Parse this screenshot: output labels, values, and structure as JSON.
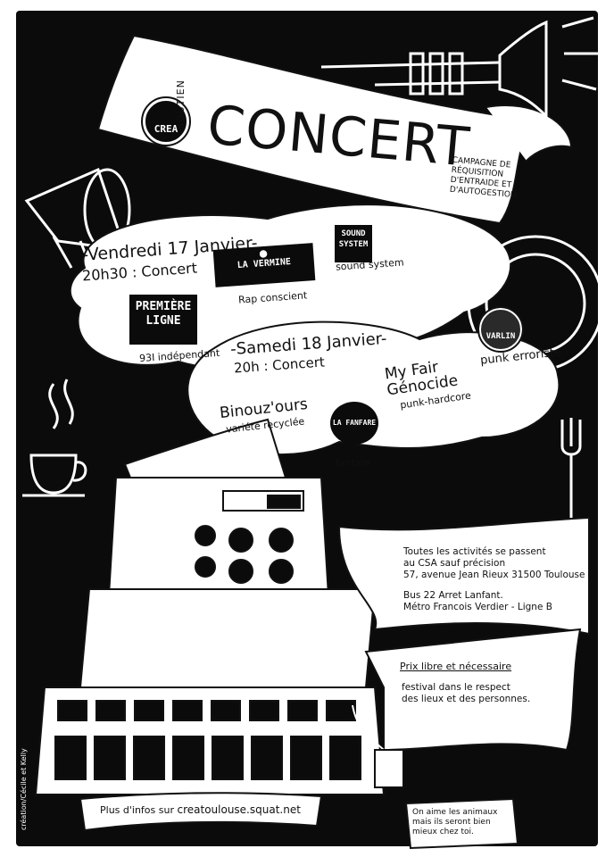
{
  "header": {
    "crea_logo": "CREA",
    "soutien": "SOUTIEN",
    "title": "CONCERT",
    "campaign": [
      "CAMPAGNE DE",
      "RÉQUISITION",
      "D'ENTRAIDE ET",
      "D'AUTOGESTION"
    ]
  },
  "day1": {
    "heading": "-Vendredi 17 Janvier-",
    "time": "20h30 : Concert",
    "acts": [
      {
        "logo": "LA VERMINE",
        "genre": "Rap conscient"
      },
      {
        "logo": "SOUND SYSTEM",
        "genre": "sound system"
      },
      {
        "logo": "PREMIÈRE LIGNE",
        "genre": "93I indépendant"
      }
    ]
  },
  "day2": {
    "heading": "-Samedi 18 Janvier-",
    "time": "20h : Concert",
    "acts": [
      {
        "name": "Binouz'ours",
        "genre": "variété recyclée"
      },
      {
        "logo": "LA FANFARE",
        "genre": "fanfare"
      },
      {
        "name_lines": [
          "My Fair",
          "Génocide"
        ],
        "genre": "punk-hardcore"
      },
      {
        "logo": "VARLIN",
        "genre": "punk erroriste"
      }
    ]
  },
  "info": {
    "lines": [
      "Toutes les activités se passent",
      "au CSA sauf précision",
      "57, avenue Jean Rieux 31500 Toulouse",
      "Bus 22 Arret Lanfant.",
      "Métro Francois Verdier - Ligne B"
    ]
  },
  "price": {
    "title": "Prix libre et nécessaire",
    "lines": [
      "festival dans le respect",
      "des lieux et des personnes."
    ]
  },
  "footer": {
    "more_prefix": "Plus d'infos sur",
    "site": "creatoulouse.squat.net",
    "animals": [
      "On aime les animaux",
      "mais ils seront bien",
      "mieux chez toi."
    ],
    "credit": "création/Cécile et Kelly"
  },
  "colors": {
    "ink": "#0b0b0b",
    "paper": "#ffffff"
  }
}
